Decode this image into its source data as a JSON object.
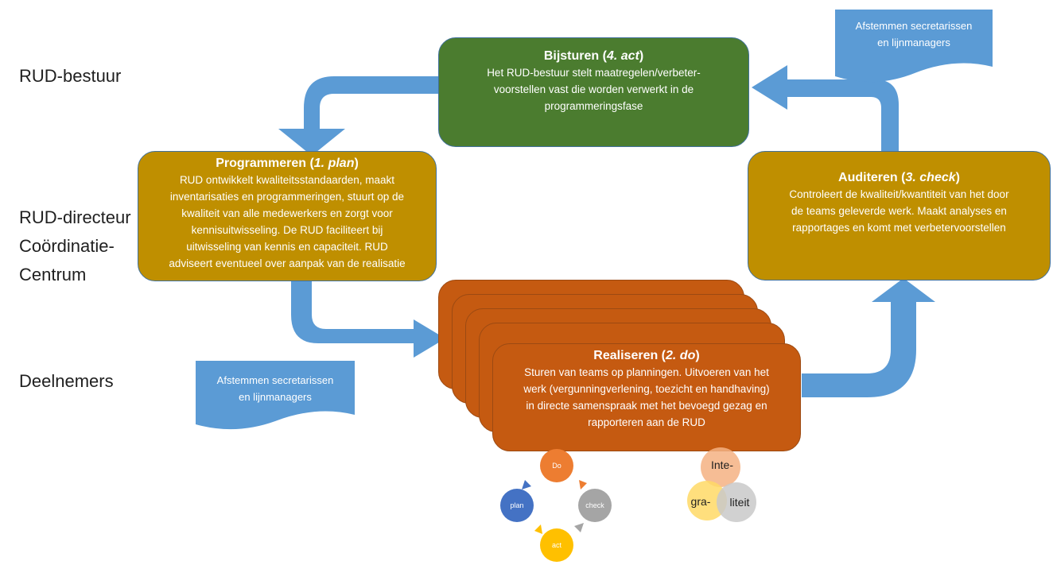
{
  "lanes": {
    "top": "RUD-bestuur",
    "middle": [
      "RUD-directeur",
      "Coördinatie-",
      "Centrum"
    ],
    "bottom": "Deelnemers"
  },
  "act": {
    "title_prefix": "Bijsturen (",
    "title_em": "4. act",
    "title_suffix": ")",
    "lines": [
      "Het RUD-bestuur stelt maatregelen/verbeter-",
      "voorstellen vast die worden verwerkt in de",
      "programmeringsfase"
    ]
  },
  "plan": {
    "title_prefix": "Programmeren (",
    "title_em": "1. plan",
    "title_suffix": ")",
    "lines": [
      "RUD ontwikkelt kwaliteitsstandaarden, maakt",
      "inventarisaties en programmeringen, stuurt op de",
      "kwaliteit van alle medewerkers en zorgt voor",
      "kennisuitwisseling. De RUD faciliteert bij",
      "uitwisseling van kennis en capaciteit. RUD",
      "adviseert eventueel over aanpak van de realisatie"
    ]
  },
  "check": {
    "title_prefix": "Auditeren (",
    "title_em": "3. check",
    "title_suffix": ")",
    "lines": [
      "Controleert de kwaliteit/kwantiteit van het door",
      "de teams geleverde werk. Maakt analyses en",
      "rapportages en komt met verbetervoorstellen"
    ]
  },
  "do": {
    "title_prefix": "Realiseren (",
    "title_em": "2. do",
    "title_suffix": ")",
    "lines": [
      "Sturen van teams op planningen. Uitvoeren van het",
      "werk (vergunningverlening, toezicht en handhaving)",
      "in directe samenspraak met het bevoegd gezag en",
      "rapporteren aan de RUD"
    ]
  },
  "notes": {
    "top": [
      "Afstemmen secretarissen",
      "en lijnmanagers"
    ],
    "bottom": [
      "Afstemmen secretarissen",
      "en lijnmanagers"
    ]
  },
  "pdca_cycle": {
    "do": "Do",
    "plan": "plan",
    "check": "check",
    "act": "act"
  },
  "integrity_venn": {
    "top": "Inte-",
    "left": "gra-",
    "right": "liteit"
  },
  "colors": {
    "arrow": "#5b9bd5",
    "act_box": "#4b7c2f",
    "gold_box": "#bf8f00",
    "do_box": "#c55a11",
    "note": "#5b9bd5"
  }
}
